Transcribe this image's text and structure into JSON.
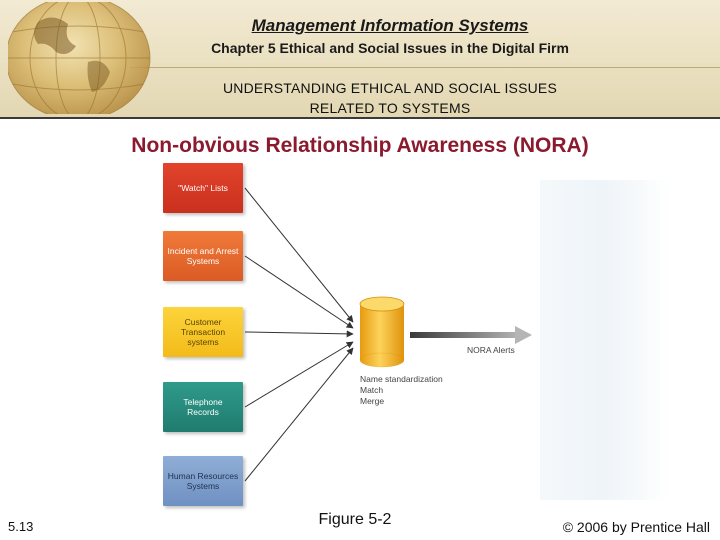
{
  "header": {
    "course_title": "Management Information Systems",
    "chapter_title": "Chapter 5 Ethical and Social Issues in the Digital Firm",
    "section_line1": "UNDERSTANDING ETHICAL AND SOCIAL ISSUES",
    "section_line2": "RELATED TO SYSTEMS"
  },
  "slide": {
    "title": "Non-obvious Relationship Awareness (NORA)"
  },
  "diagram": {
    "sources": [
      {
        "label": "\"Watch\" Lists",
        "color": "#d63a24"
      },
      {
        "label": "Incident and Arrest Systems",
        "color": "#e66a2f"
      },
      {
        "label": "Customer Transaction systems",
        "color": "#f7c62a"
      },
      {
        "label": "Telephone Records",
        "color": "#27897b"
      },
      {
        "label": "Human Resources Systems",
        "color": "#7f9fcb"
      }
    ],
    "process_lines": [
      "Name standardization",
      "Match",
      "Merge"
    ],
    "output_label": "NORA Alerts",
    "database_color": "#f5b21e"
  },
  "footer": {
    "slide_number": "5.13",
    "figure_caption": "Figure 5-2",
    "copyright": "© 2006 by Prentice Hall"
  }
}
